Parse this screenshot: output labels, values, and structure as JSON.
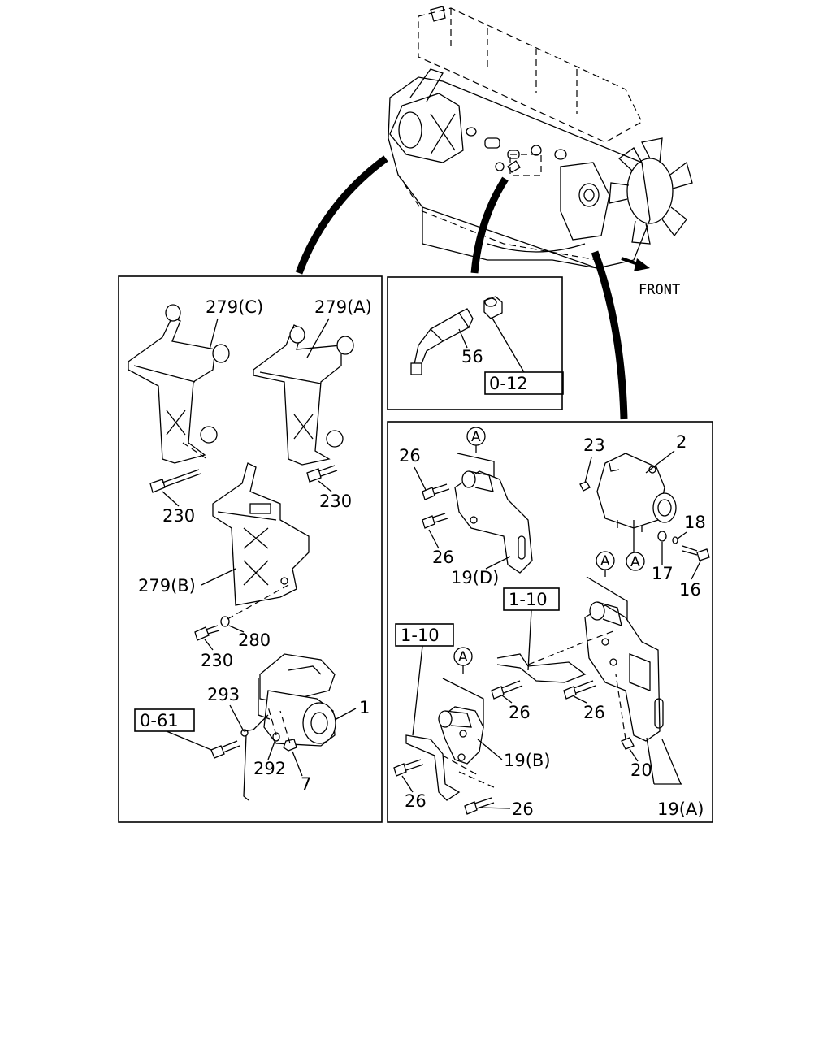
{
  "diagram": {
    "front_label": "FRONT",
    "labels": {
      "l279c": "279(C)",
      "l279a": "279(A)",
      "l279b": "279(B)",
      "l230a": "230",
      "l230b": "230",
      "l230c": "230",
      "l280": "280",
      "l293": "293",
      "l1": "1",
      "l292": "292",
      "l7": "7",
      "l56": "56",
      "l26a": "26",
      "l26b": "26",
      "l26c": "26",
      "l26d": "26",
      "l26e": "26",
      "l26f": "26",
      "l19d": "19(D)",
      "l19b": "19(B)",
      "l19a": "19(A)",
      "l23": "23",
      "l2": "2",
      "l18": "18",
      "l17": "17",
      "l16": "16",
      "l20": "20"
    },
    "ref_boxes": {
      "r061": "0-61",
      "r012": "0-12",
      "r110a": "1-10",
      "r110b": "1-10"
    },
    "callouts": {
      "a1": "A",
      "a2": "A",
      "a3": "A",
      "a4": "A"
    }
  }
}
